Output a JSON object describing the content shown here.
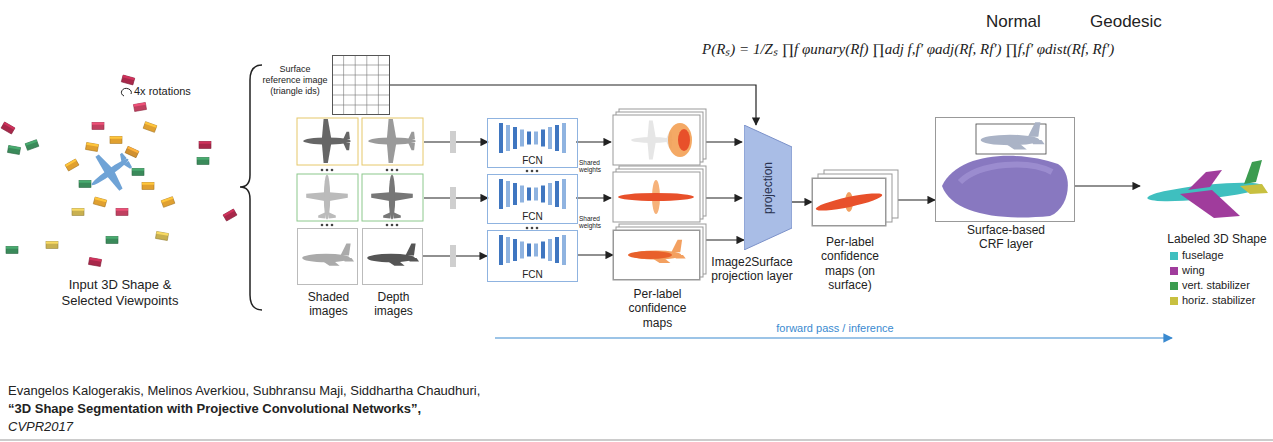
{
  "diagram": {
    "nodes": [
      {
        "text": [
          "Input 3D Shape & Selected Viewpoints"
        ]
      },
      {
        "text": [
          "Surface reference image (triangle ids)"
        ]
      },
      {
        "text": [
          "Shaded images"
        ]
      },
      {
        "text": [
          "Depth images"
        ]
      },
      {
        "text": [
          "FCN"
        ]
      },
      {
        "text": [
          "FCN"
        ]
      },
      {
        "text": [
          "FCN"
        ]
      },
      {
        "text": [
          "Per-label confidence maps"
        ]
      },
      {
        "text": [
          "projection",
          "Image2Surface projection layer"
        ]
      },
      {
        "text": [
          "Per-label confidence maps (on surface)"
        ]
      },
      {
        "text": [
          "Surface-based CRF layer"
        ]
      },
      {
        "text": [
          "Labeled 3D Shape"
        ]
      }
    ],
    "edges": [
      {
        "from": 3,
        "to": 6,
        "arrow": "to"
      },
      {
        "from": 6,
        "to": 7,
        "arrow": "to"
      },
      {
        "from": 7,
        "to": 8,
        "arrow": "to"
      },
      {
        "from": 1,
        "to": 8,
        "arrow": "to"
      },
      {
        "from": 8,
        "to": 9,
        "arrow": "to"
      },
      {
        "from": 9,
        "to": 10,
        "arrow": "to"
      },
      {
        "from": 10,
        "to": 11,
        "arrow": "to"
      }
    ],
    "labels": [
      "4x rotations",
      "Shared weights",
      "Shared weights",
      "P(Rₛ) = 1/Zₛ ∏f φunary(Rf) ∏adj f,f′ φadj(Rf, Rf′) ∏f,f′ φdist(Rf, Rf′)",
      "Normal",
      "Geodesic",
      "forward pass / inference",
      "Evangelos Kalogerakis, Melinos Averkiou, Subhransu Maji, Siddhartha Chaudhuri,",
      "“3D Shape Segmentation with Projective Convolutional Networks”,",
      "CVPR2017"
    ],
    "legend": [
      {
        "text": "fuselage",
        "color": "#3fbfbf"
      },
      {
        "text": "wing",
        "color": "#a03c9c"
      },
      {
        "text": "vert. stabilizer",
        "color": "#3c9c50"
      },
      {
        "text": "horiz. stabilizer",
        "color": "#c8c040"
      }
    ]
  }
}
